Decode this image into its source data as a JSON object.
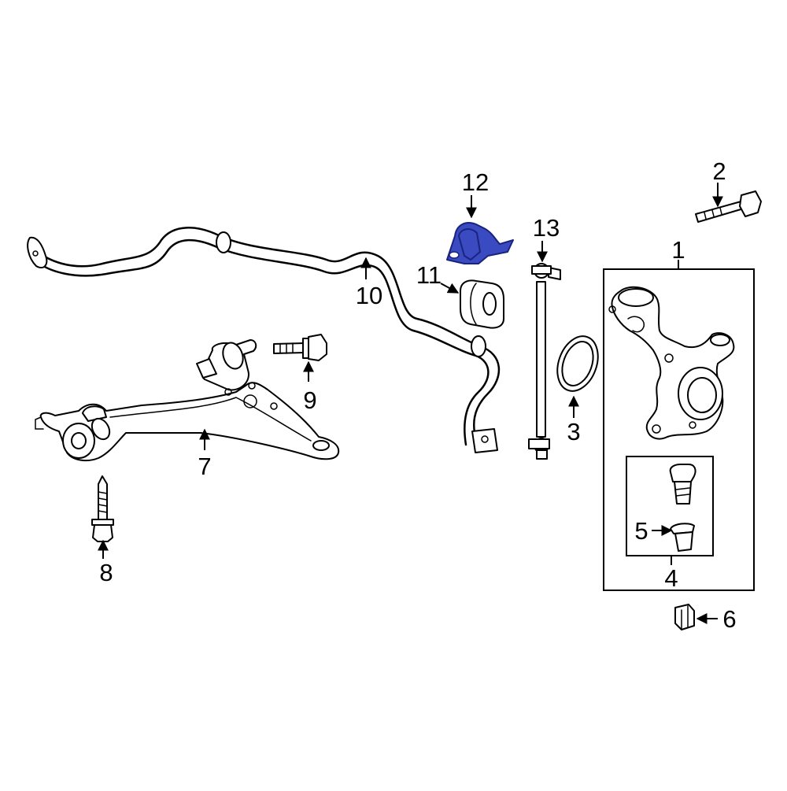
{
  "labels": {
    "l1": "1",
    "l2": "2",
    "l3": "3",
    "l4": "4",
    "l5": "5",
    "l6": "6",
    "l7": "7",
    "l8": "8",
    "l9": "9",
    "l10": "10",
    "l11": "11",
    "l12": "12",
    "l13": "13"
  },
  "colors": {
    "highlight": "#3a4bc2",
    "line": "#000000",
    "background": "#ffffff"
  }
}
